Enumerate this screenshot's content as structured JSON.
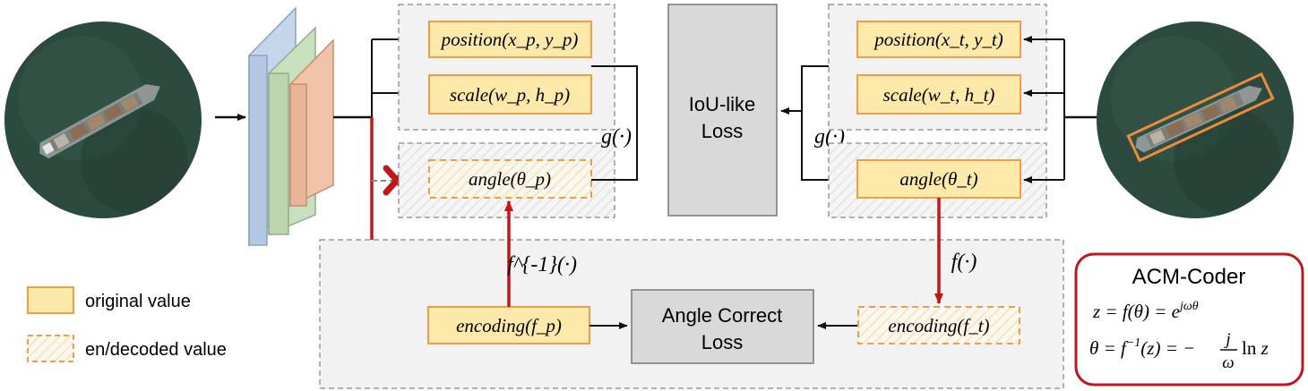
{
  "boxes": {
    "position_pred": "position(x_p, y_p)",
    "scale_pred": "scale(w_p, h_p)",
    "angle_pred": "angle(θ_p)",
    "position_target": "position(x_t, y_t)",
    "scale_target": "scale(w_t, h_t)",
    "angle_target": "angle(θ_t)",
    "encoding_pred": "encoding(f_p)",
    "encoding_target": "encoding(f_t)"
  },
  "losses": {
    "iou_line1": "IoU-like",
    "iou_line2": "Loss",
    "angle_line1": "Angle Correct",
    "angle_line2": "Loss"
  },
  "functions": {
    "g_left": "g(·)",
    "g_right": "g(·)",
    "f_inverse": "f^{-1}(·)",
    "f": "f(·)"
  },
  "legend": {
    "original": "original value",
    "encoded": "en/decoded value"
  },
  "acm_coder": {
    "title": "ACM-Coder",
    "eq1": "z = f(θ) = e^{jωθ}",
    "eq2": "θ = f^{-1}(z) = −(j/ω) ln z"
  },
  "colors": {
    "box_fill": "#fde9a9",
    "box_border": "#ef9d4b",
    "red_arrow": "#c0171b",
    "loss_fill": "#d9d9d9",
    "acm_border": "#c0171b",
    "feature_blue": "#b6cde6",
    "feature_green": "#bcd9b3",
    "feature_peach": "#f2c1a6"
  }
}
